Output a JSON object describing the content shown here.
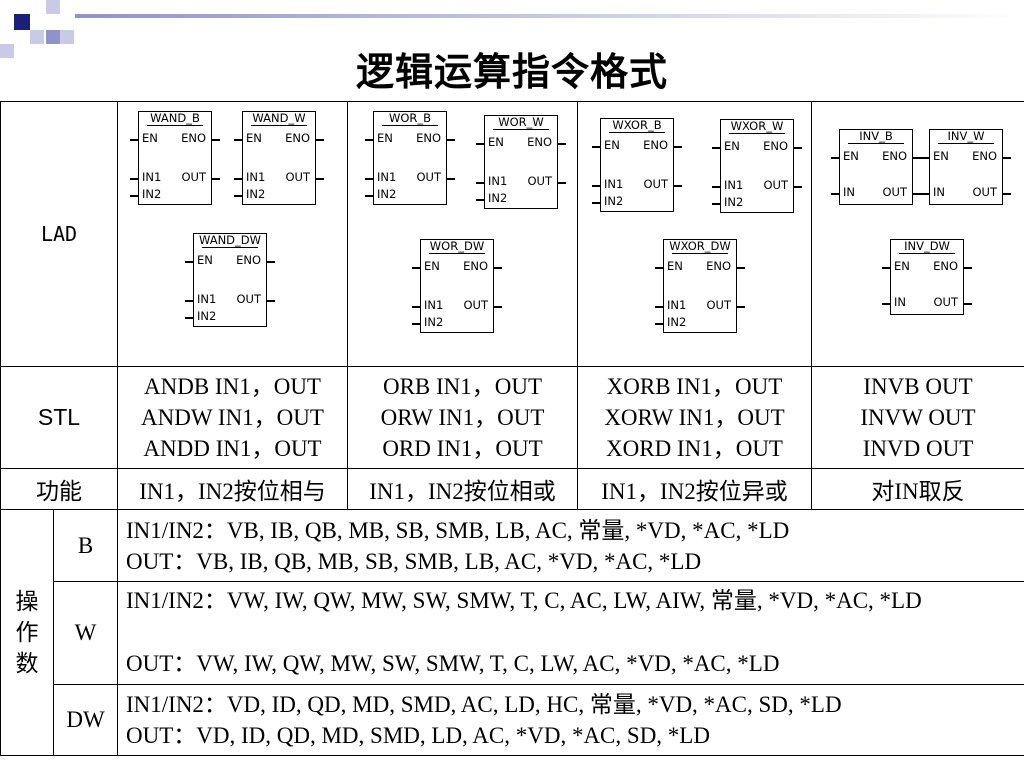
{
  "slide": {
    "title": "逻辑运算指令格式"
  },
  "lad": {
    "row_label": "LAD",
    "groups": [
      {
        "blocks": [
          {
            "name": "WAND_B",
            "en": "EN",
            "eno": "ENO",
            "in1": "IN1",
            "in2": "IN2",
            "out": "OUT"
          },
          {
            "name": "WAND_W",
            "en": "EN",
            "eno": "ENO",
            "in1": "IN1",
            "in2": "IN2",
            "out": "OUT"
          },
          {
            "name": "WAND_DW",
            "en": "EN",
            "eno": "ENO",
            "in1": "IN1",
            "in2": "IN2",
            "out": "OUT"
          }
        ]
      },
      {
        "blocks": [
          {
            "name": "WOR_B",
            "en": "EN",
            "eno": "ENO",
            "in1": "IN1",
            "in2": "IN2",
            "out": "OUT"
          },
          {
            "name": "WOR_W",
            "en": "EN",
            "eno": "ENO",
            "in1": "IN1",
            "in2": "IN2",
            "out": "OUT"
          },
          {
            "name": "WOR_DW",
            "en": "EN",
            "eno": "ENO",
            "in1": "IN1",
            "in2": "IN2",
            "out": "OUT"
          }
        ]
      },
      {
        "blocks": [
          {
            "name": "WXOR_B",
            "en": "EN",
            "eno": "ENO",
            "in1": "IN1",
            "in2": "IN2",
            "out": "OUT"
          },
          {
            "name": "WXOR_W",
            "en": "EN",
            "eno": "ENO",
            "in1": "IN1",
            "in2": "IN2",
            "out": "OUT"
          },
          {
            "name": "WXOR_DW",
            "en": "EN",
            "eno": "ENO",
            "in1": "IN1",
            "in2": "IN2",
            "out": "OUT"
          }
        ]
      },
      {
        "blocks": [
          {
            "name": "INV_B",
            "en": "EN",
            "eno": "ENO",
            "in1": "IN",
            "out": "OUT"
          },
          {
            "name": "INV_W",
            "en": "EN",
            "eno": "ENO",
            "in1": "IN",
            "out": "OUT"
          },
          {
            "name": "INV_DW",
            "en": "EN",
            "eno": "ENO",
            "in1": "IN",
            "out": "OUT"
          }
        ]
      }
    ]
  },
  "stl": {
    "row_label": "STL",
    "cells": [
      [
        "ANDB IN1，OUT",
        "ANDW IN1，OUT",
        "ANDD IN1，OUT"
      ],
      [
        "ORB IN1，OUT",
        "ORW IN1，OUT",
        "ORD IN1，OUT"
      ],
      [
        "XORB IN1，OUT",
        "XORW IN1，OUT",
        "XORD IN1，OUT"
      ],
      [
        "INVB OUT",
        "INVW OUT",
        "INVD OUT"
      ]
    ]
  },
  "function": {
    "row_label": "功能",
    "cells": [
      "IN1，IN2按位相与",
      "IN1，IN2按位相或",
      "IN1，IN2按位异或",
      "对IN取反"
    ]
  },
  "operands": {
    "row_label": [
      "操",
      "作",
      "数"
    ],
    "rows": [
      {
        "type": "B",
        "in": "IN1/IN2：VB, IB, QB, MB, SB, SMB, LB, AC, 常量, *VD, *AC, *LD",
        "out": "OUT：VB, IB, QB, MB, SB, SMB, LB, AC, *VD, *AC, *LD"
      },
      {
        "type": "W",
        "in": "IN1/IN2：VW, IW, QW, MW, SW, SMW, T, C, AC, LW, AIW, 常量, *VD, *AC, *LD",
        "out": "OUT：VW, IW, QW, MW, SW, SMW, T, C, LW, AC, *VD, *AC, *LD"
      },
      {
        "type": "DW",
        "in": "IN1/IN2：VD, ID, QD, MD, SMD, AC, LD, HC, 常量, *VD, *AC, SD, *LD",
        "out": "OUT：VD, ID, QD, MD, SMD, LD, AC, *VD, *AC, SD, *LD"
      }
    ]
  },
  "colors": {
    "deco_dark": "#1a1f7a",
    "deco_mid": "#8f93c6",
    "deco_light": "#c9cbe6"
  }
}
